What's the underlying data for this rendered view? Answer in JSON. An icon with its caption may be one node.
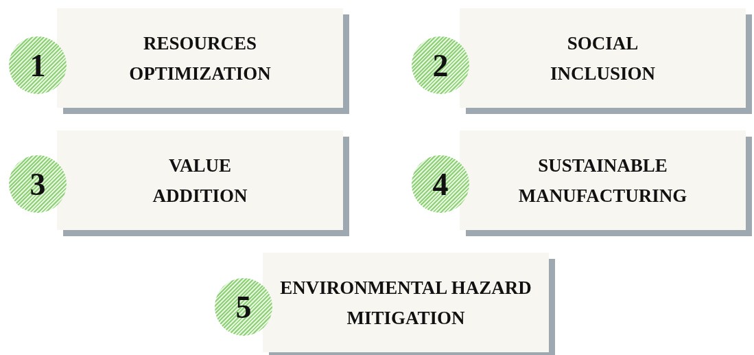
{
  "diagram": {
    "nodes": [
      {
        "text": [
          "1"
        ]
      },
      {
        "text": [
          "RESOURCES OPTIMIZATION"
        ]
      },
      {
        "text": [
          "2"
        ]
      },
      {
        "text": [
          "SOCIAL INCLUSION"
        ]
      },
      {
        "text": [
          "3"
        ]
      },
      {
        "text": [
          "VALUE ADDITION"
        ]
      },
      {
        "text": [
          "4"
        ]
      },
      {
        "text": [
          "SUSTAINABLE MANUFACTURING"
        ]
      },
      {
        "text": [
          "5"
        ]
      },
      {
        "text": [
          "ENVIRONMENTAL HAZARD MITIGATION"
        ]
      }
    ],
    "edges": []
  }
}
